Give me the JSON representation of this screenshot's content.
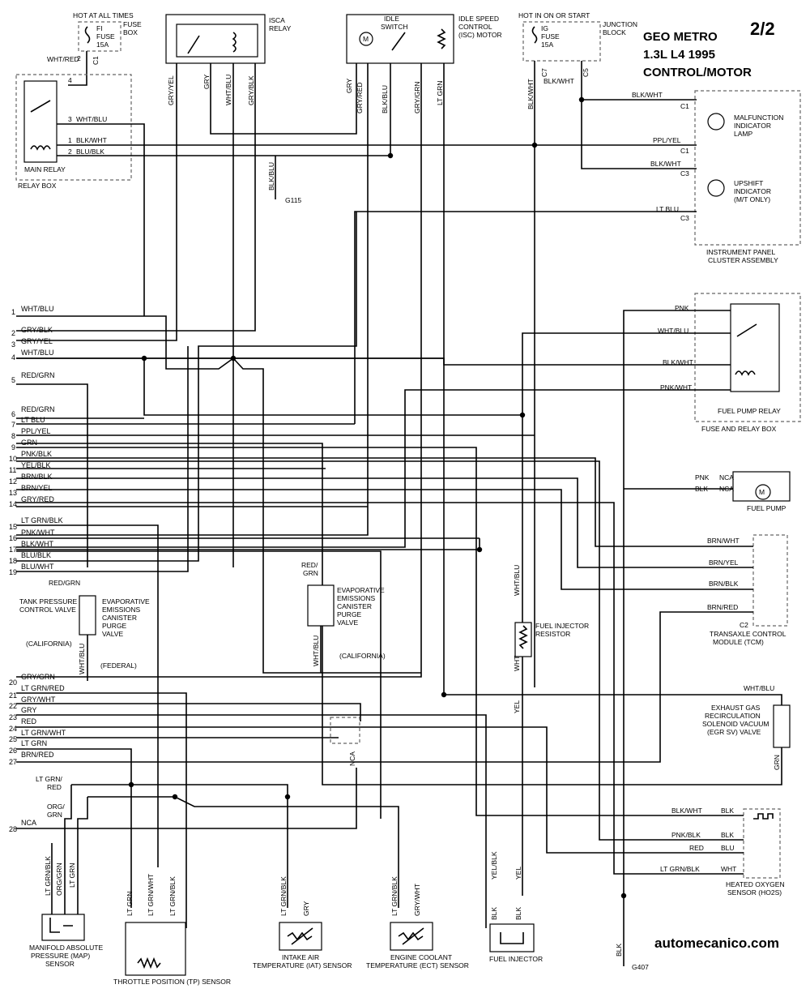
{
  "header": {
    "page_number": "2/2",
    "vehicle": "GEO METRO",
    "engine": "1.3L  L4  1995",
    "system": "CONTROL/MOTOR"
  },
  "watermark": "automecanico.com",
  "components": {
    "fi_fuse": {
      "title": "HOT AT ALL TIMES",
      "name1": "FI",
      "name2": "FUSE",
      "rating": "15A",
      "box1": "FUSE",
      "box2": "BOX"
    },
    "isca_relay": {
      "name1": "ISCA",
      "name2": "RELAY"
    },
    "isc_motor": {
      "switch1": "IDLE",
      "switch2": "SWITCH",
      "name1": "IDLE SPEED",
      "name2": "CONTROL",
      "name3": "(ISC) MOTOR",
      "motor_symbol": "M"
    },
    "ig_fuse": {
      "title": "HOT IN ON OR START",
      "name1": "IG",
      "name2": "FUSE",
      "rating": "15A",
      "box1": "JUNCTION",
      "box2": "BLOCK"
    },
    "main_relay": {
      "name": "MAIN RELAY",
      "box": "RELAY BOX"
    },
    "mil": {
      "name1": "MALFUNCTION",
      "name2": "INDICATOR",
      "name3": "LAMP"
    },
    "upshift": {
      "name1": "UPSHIFT",
      "name2": "INDICATOR",
      "name3": "(M/T ONLY)"
    },
    "cluster": {
      "name1": "INSTRUMENT PANEL",
      "name2": "CLUSTER ASSEMBLY"
    },
    "fuel_pump_relay": {
      "name": "FUEL PUMP RELAY",
      "box": "FUSE AND RELAY BOX"
    },
    "fuel_pump": {
      "name": "FUEL PUMP",
      "motor_symbol": "M"
    },
    "tcm": {
      "name1": "TRANSAXLE CONTROL",
      "name2": "MODULE (TCM)"
    },
    "tank_valve": {
      "name1": "TANK PRESSURE",
      "name2": "CONTROL VALVE",
      "note": "(CALIFORNIA)"
    },
    "evap_federal": {
      "name1": "EVAPORATIVE",
      "name2": "EMISSIONS",
      "name3": "CANISTER",
      "name4": "PURGE",
      "name5": "VALVE",
      "note": "(FEDERAL)"
    },
    "evap_ca": {
      "name1": "EVAPORATIVE",
      "name2": "EMISSIONS",
      "name3": "CANISTER",
      "name4": "PURGE",
      "name5": "VALVE",
      "note": "(CALIFORNIA)"
    },
    "injector_resistor": {
      "name1": "FUEL INJECTOR",
      "name2": "RESISTOR"
    },
    "egr": {
      "name1": "EXHAUST GAS",
      "name2": "RECIRCULATION",
      "name3": "SOLENOID VACUUM",
      "name4": "(EGR SV) VALVE"
    },
    "ho2s": {
      "name1": "HEATED OXYGEN",
      "name2": "SENSOR (HO2S)"
    },
    "map": {
      "name1": "MANIFOLD ABSOLUTE",
      "name2": "PRESSURE (MAP)",
      "name3": "SENSOR"
    },
    "tp": {
      "name": "THROTTLE POSITION (TP) SENSOR"
    },
    "iat": {
      "name1": "INTAKE AIR",
      "name2": "TEMPERATURE (IAT) SENSOR"
    },
    "ect": {
      "name1": "ENGINE COOLANT",
      "name2": "TEMPERATURE (ECT) SENSOR"
    },
    "injector": {
      "name": "FUEL INJECTOR"
    },
    "g115": "G115",
    "g407": "G407"
  },
  "ecm_pins": [
    {
      "n": "1",
      "color": "WHT/BLU"
    },
    {
      "n": "2",
      "color": "GRY/BLK"
    },
    {
      "n": "3",
      "color": "GRY/YEL"
    },
    {
      "n": "4",
      "color": "WHT/BLU"
    },
    {
      "n": "5",
      "color": "RED/GRN"
    },
    {
      "n": "6",
      "color": "RED/GRN"
    },
    {
      "n": "7",
      "color": "LT BLU"
    },
    {
      "n": "8",
      "color": "PPL/YEL"
    },
    {
      "n": "9",
      "color": "GRN"
    },
    {
      "n": "10",
      "color": "PNK/BLK"
    },
    {
      "n": "11",
      "color": "YEL/BLK"
    },
    {
      "n": "12",
      "color": "BRN/BLK"
    },
    {
      "n": "13",
      "color": "BRN/YEL"
    },
    {
      "n": "14",
      "color": "GRY/RED"
    },
    {
      "n": "15",
      "color": "LT GRN/BLK"
    },
    {
      "n": "16",
      "color": "PNK/WHT"
    },
    {
      "n": "17",
      "color": "BLK/WHT"
    },
    {
      "n": "18",
      "color": "BLU/BLK"
    },
    {
      "n": "19",
      "color": "BLU/WHT"
    },
    {
      "n": "20",
      "color": "GRY/GRN"
    },
    {
      "n": "21",
      "color": "LT GRN/RED"
    },
    {
      "n": "22",
      "color": "GRY/WHT"
    },
    {
      "n": "23",
      "color": "GRY"
    },
    {
      "n": "24",
      "color": "RED"
    },
    {
      "n": "25",
      "color": "LT GRN/WHT"
    },
    {
      "n": "26",
      "color": "LT GRN"
    },
    {
      "n": "27",
      "color": "BRN/RED"
    },
    {
      "n": "28",
      "color": "NCA"
    }
  ],
  "wires": {
    "wht_red": "WHT/RED",
    "wht_blu": "WHT/BLU",
    "blk_wht": "BLK/WHT",
    "blu_blk": "BLU/BLK",
    "gry_yel": "GRY/YEL",
    "gry": "GRY",
    "wht_blu_v": "WHT/BLU",
    "gry_blk": "GRY/BLK",
    "gry_red": "GRY/RED",
    "blk_blu": "BLK/BLU",
    "gry_grn": "GRY/GRN",
    "lt_grn": "LT GRN",
    "ppl_yel": "PPL/YEL",
    "lt_blu": "LT BLU",
    "pnk": "PNK",
    "pnk_wht": "PNK/WHT",
    "blk": "BLK",
    "nca": "NCA",
    "brn_wht": "BRN/WHT",
    "brn_yel": "BRN/YEL",
    "brn_blk": "BRN/BLK",
    "brn_red": "BRN/RED",
    "red_grn": "RED/GRN",
    "red": "RED",
    "wht": "WHT",
    "yel": "YEL",
    "grn": "GRN",
    "lt_grn_blk": "LT GRN/BLK",
    "org_grn": "ORG/GRN",
    "lt_grn_red": "LT GRN/RED",
    "lt_grn_wht": "LT GRN/WHT",
    "gry_wht": "GRY/WHT",
    "yel_blk": "YEL/BLK",
    "pnk_blk": "PNK/BLK",
    "blu": "BLU",
    "red_grn_split1": "RED/",
    "red_grn_split2": "GRN",
    "lt_grn_red_split1": "LT GRN/",
    "lt_grn_red_split2": "RED",
    "org_grn_split1": "ORG/",
    "org_grn_split2": "GRN"
  },
  "terminals": {
    "c1": "C1",
    "c3": "C3",
    "c2": "C2",
    "c5": "C5",
    "c7": "C7"
  }
}
